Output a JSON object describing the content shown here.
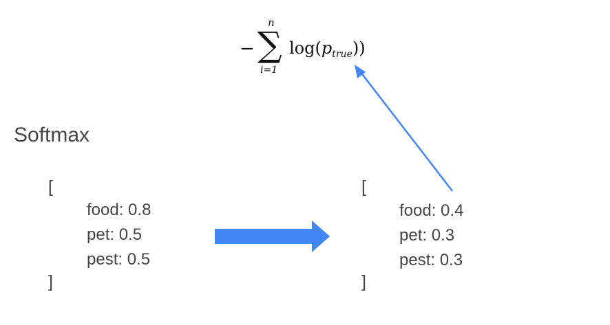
{
  "formula": {
    "minus": "−",
    "sigma": "∑",
    "upper": "n",
    "lower": "i=1",
    "log": "log(",
    "p": "p",
    "sub": "true",
    "close": "))"
  },
  "title": "Softmax",
  "input_vector": {
    "open": "[",
    "close": "]",
    "entries": [
      {
        "label": "food",
        "value": "0.8",
        "text": "food: 0.8"
      },
      {
        "label": "pet",
        "value": "0.5",
        "text": "pet: 0.5"
      },
      {
        "label": "pest",
        "value": "0.5",
        "text": "pest: 0.5"
      }
    ]
  },
  "output_vector": {
    "open": "[",
    "close": "]",
    "entries": [
      {
        "label": "food",
        "value": "0.4",
        "text": "food: 0.4"
      },
      {
        "label": "pet",
        "value": "0.3",
        "text": "pet: 0.3"
      },
      {
        "label": "pest",
        "value": "0.3",
        "text": "pest: 0.3"
      }
    ]
  },
  "colors": {
    "arrow": "#4285f4",
    "text": "#444444"
  }
}
